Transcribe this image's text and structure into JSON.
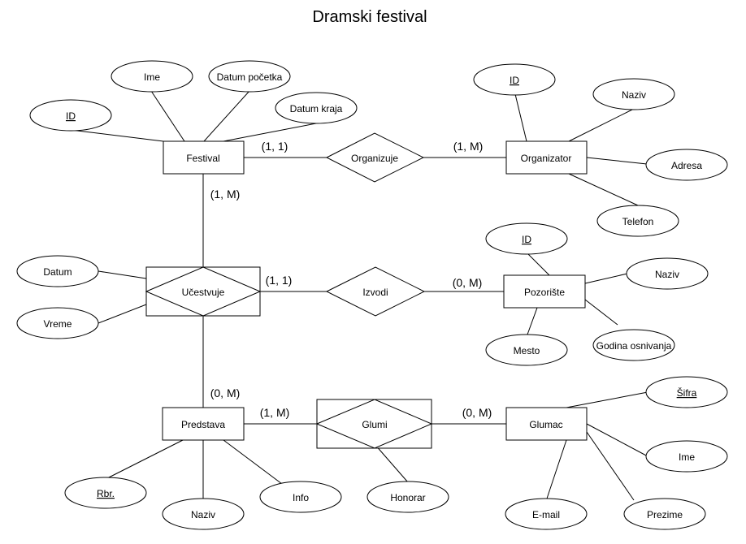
{
  "title": "Dramski festival",
  "entities": {
    "festival": "Festival",
    "organizator": "Organizator",
    "pozoriste": "Pozorište",
    "predstava": "Predstava",
    "glumac": "Glumac"
  },
  "relationships": {
    "organizuje": "Organizuje",
    "ucestvuje": "Učestvuje",
    "izvodi": "Izvodi",
    "glumi": "Glumi"
  },
  "attributes": {
    "festival": {
      "id": "ID",
      "ime": "Ime",
      "datum_pocetka": "Datum početka",
      "datum_kraja": "Datum kraja"
    },
    "organizator": {
      "id": "ID",
      "naziv": "Naziv",
      "adresa": "Adresa",
      "telefon": "Telefon"
    },
    "pozoriste": {
      "id": "ID",
      "naziv": "Naziv",
      "mesto": "Mesto",
      "godina_osnivanja": "Godina osnivanja"
    },
    "ucestvuje": {
      "datum": "Datum",
      "vreme": "Vreme"
    },
    "predstava": {
      "rbr": "Rbr.",
      "naziv": "Naziv",
      "info": "Info"
    },
    "glumi": {
      "honorar": "Honorar"
    },
    "glumac": {
      "sifra": "Šifra",
      "ime": "Ime",
      "prezime": "Prezime",
      "email": "E-mail"
    }
  },
  "cardinalities": {
    "festival_organizuje": "(1, 1)",
    "organizuje_organizator": "(1, M)",
    "festival_ucestvuje": "(1, M)",
    "ucestvuje_izvodi": "(1, 1)",
    "izvodi_pozoriste": "(0, M)",
    "ucestvuje_predstava": "(0, M)",
    "predstava_glumi": "(1, M)",
    "glumi_glumac": "(0, M)"
  }
}
